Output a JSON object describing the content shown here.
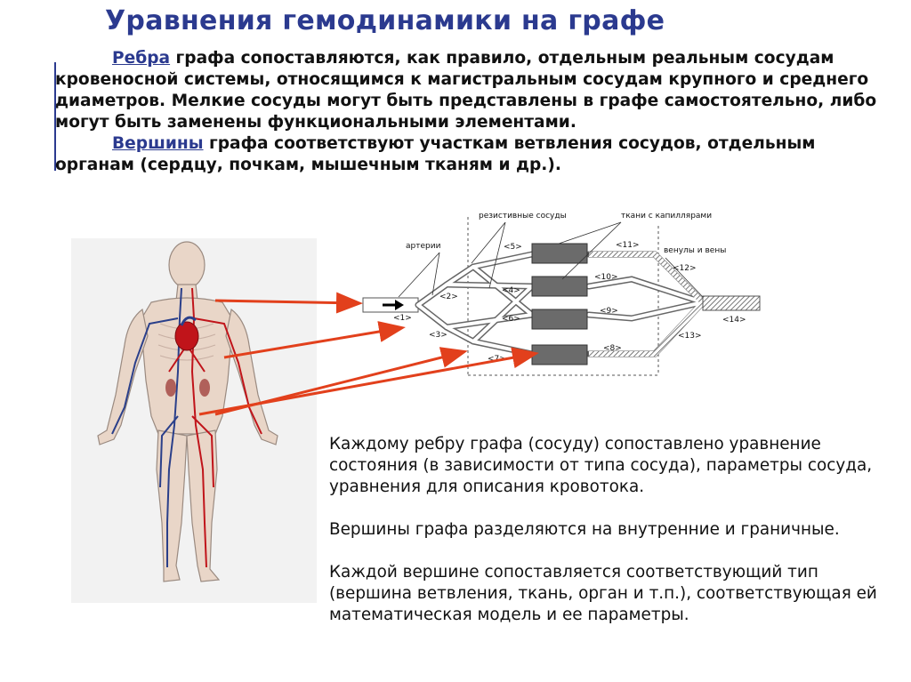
{
  "title": "Уравнения гемодинамики на графе",
  "intro": {
    "p1_term": "Ребра",
    "p1_text": " графа сопоставляются, как правило, отдельным реальным сосудам кровеносной системы, относящимся к магистральным сосудам крупного и среднего диаметров. Мелкие сосуды могут быть представлены в графе самостоятельно, либо могут быть заменены функциональными элементами.",
    "p2_term": "Вершины",
    "p2_text": " графа соответствуют участкам ветвления сосудов, отдельным органам (сердцу, почкам, мышечным тканям и др.)."
  },
  "diagram": {
    "labels": {
      "resistive": "резистивные сосуды",
      "tissues": "ткани с капиллярами",
      "arteries": "артерии",
      "venules": "венулы и вены"
    },
    "edges": {
      "e1": "<1>",
      "e2": "<2>",
      "e3": "<3>",
      "e4": "<4>",
      "e5": "<5>",
      "e6": "<6>",
      "e7": "<7>",
      "e8": "<8>",
      "e9": "<9>",
      "e10": "<10>",
      "e11": "<11>",
      "e12": "<12>",
      "e13": "<13>",
      "e14": "<14>"
    }
  },
  "description": {
    "p1": "Каждому ребру графа (сосуду) сопоставлено уравнение состояния (в зависимости от типа сосуда), параметры сосуда, уравнения для описания кровотока.",
    "p2": "Вершины графа разделяются на внутренние и граничные.",
    "p3": "Каждой вершине сопоставляется соответствующий тип (вершина ветвления, ткань, орган и т.п.), соответствующая ей математическая модель и  ее параметры."
  },
  "colors": {
    "title": "#2b3a8f",
    "arrows": "#e2401c",
    "artery": "#c0141a",
    "vein": "#2a3f8a"
  }
}
